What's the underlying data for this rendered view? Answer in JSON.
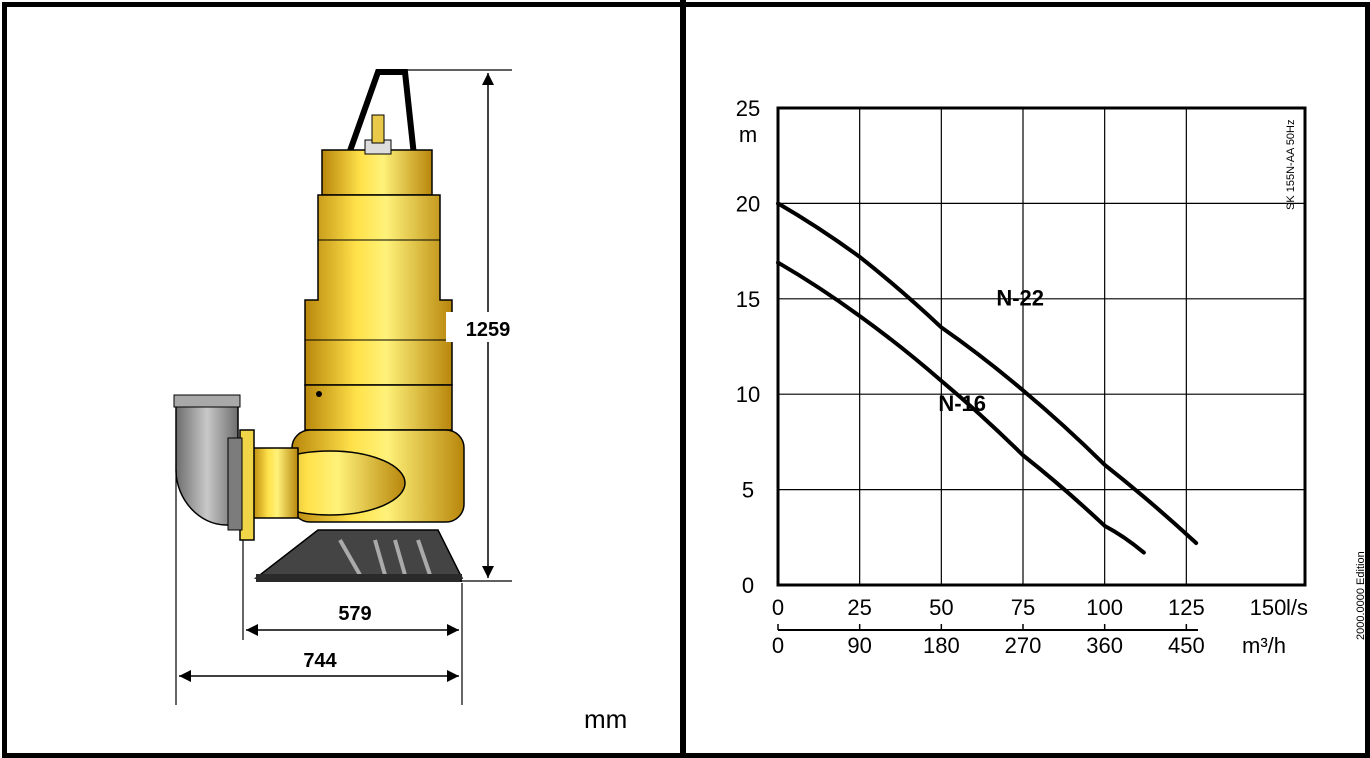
{
  "dimensions": {
    "height": "1259",
    "width_base": "579",
    "width_total": "744",
    "unit": "mm"
  },
  "chart_data": {
    "type": "line",
    "y_label": "m",
    "y_ticks": [
      "0",
      "5",
      "10",
      "15",
      "20",
      "25"
    ],
    "ylim": [
      0,
      25
    ],
    "x_label_primary": "l/s",
    "x_ticks_primary": [
      "0",
      "25",
      "50",
      "75",
      "100",
      "125",
      "150"
    ],
    "xlim_primary": [
      0,
      150
    ],
    "x_label_secondary": "m³/h",
    "x_ticks_secondary": [
      "0",
      "90",
      "180",
      "270",
      "360",
      "450"
    ],
    "grid": true,
    "chart_code": "SK 155N-AA 50Hz",
    "series": [
      {
        "name": "N-22",
        "x": [
          0,
          25,
          50,
          75,
          100,
          128
        ],
        "y": [
          20,
          17.2,
          13.5,
          10.2,
          6.3,
          2.2
        ]
      },
      {
        "name": "N-16",
        "x": [
          0,
          25,
          50,
          75,
          100,
          112
        ],
        "y": [
          16.9,
          14.1,
          10.7,
          6.8,
          3.1,
          1.7
        ]
      }
    ]
  },
  "page_code": "2000.0000 Edition"
}
